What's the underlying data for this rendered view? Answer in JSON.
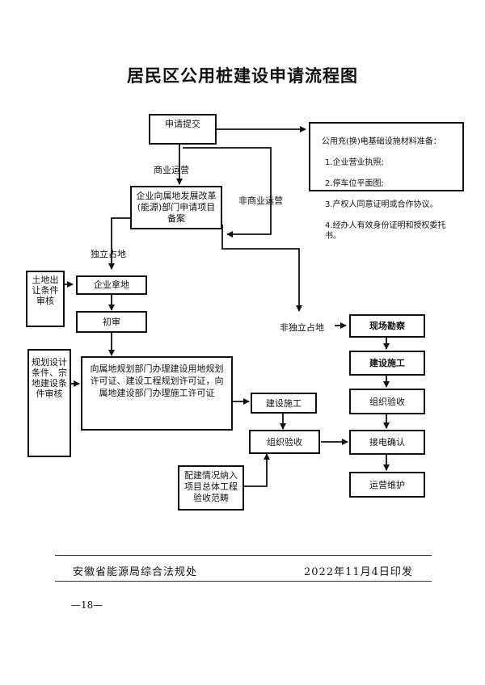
{
  "title": "居民区公用桩建设申请流程图",
  "nodes": {
    "apply": "申请提交",
    "materials_title": "公用充(换)电基础设施材料准备：",
    "materials": [
      "1.企业营业执照;",
      "2.停车位平面图;",
      "3.产权人同意证明或合作协议。",
      "4.经办人有效身份证明和授权委托书。"
    ],
    "filing": "企业向属地发展改革(能源)部门申请项目备案",
    "land_cond": "土地出让条件审核",
    "get_land": "企业拿地",
    "first_review": "初审",
    "plan_cond": "规划设计条件、宗地建设条件审核",
    "permits": "向属地规划部门办理建设用地规划许可证、建设工程规划许可证，向属地建设部门办理施工许可证",
    "construct_left": "建设施工",
    "accept_left": "组织验收",
    "included": "配建情况纳入项目总体工程验收范畴",
    "survey": "现场勘察",
    "construct_right": "建设施工",
    "accept_right": "组织验收",
    "grid": "接电确认",
    "ops": "运营维护"
  },
  "edge_labels": {
    "commercial": "商业运营",
    "non_commercial": "非商业运营",
    "independent": "独立占地",
    "non_independent": "非独立占地"
  },
  "footer": {
    "org": "安徽省能源局综合法规处",
    "date": "2022年11月4日印发",
    "page": "—18—"
  }
}
